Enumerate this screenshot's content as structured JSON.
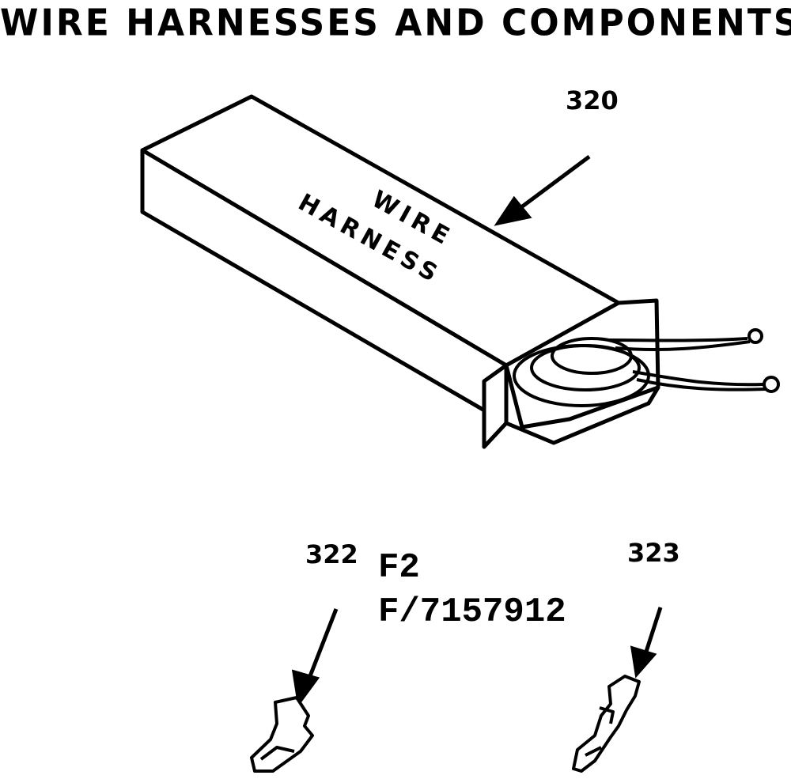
{
  "title": "WIRE HARNESSES AND COMPONENTS",
  "box_label": {
    "line1": "WIRE",
    "line2": "HARNESS"
  },
  "callouts": {
    "harness": "320",
    "terminal_left": "322",
    "terminal_right": "323"
  },
  "part_codes": {
    "line1": "F2",
    "line2": "F/7157912"
  }
}
